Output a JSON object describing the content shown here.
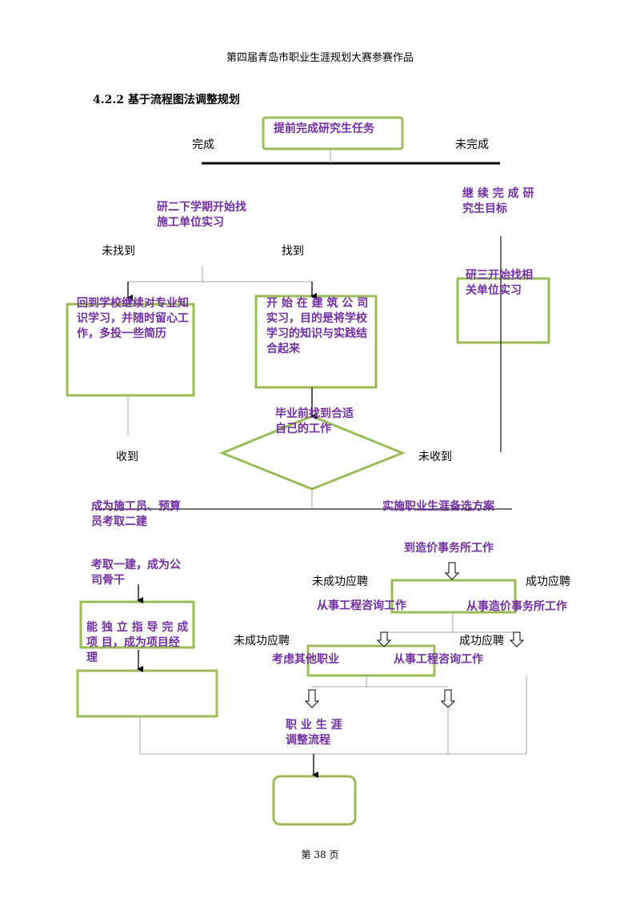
{
  "header": "第四届青岛市职业生涯规划大赛参赛作品",
  "section_title": "4.2.2 基于流程图法调整规划",
  "nodes": {
    "n1": "提前完成研究生任务",
    "n2": "研二下学期开始找施工单位实习",
    "n3": "继 续 完 成 研 究生目标",
    "n4": "研三开始找相关单位实习",
    "n5": "回到学校继续对专业知识学习，并随时留心工作，多投一些简历",
    "n6": "开 始 在 建 筑 公 司 实习，目的是将学校学习的知识与实践结合起来",
    "n7": "毕业前找到合适自己的工作",
    "n8": "成为施工员、预算员考取二建",
    "n9": "实施职业生涯备选方案",
    "n10": "考取一建，成为公司骨干",
    "n11": "到造价事务所工作",
    "n12": "能 独 立 指 导 完 成 项 目，成为项目经理",
    "n13": "从事工程咨询工作",
    "n14": "从事造价事务所工作",
    "n15": "考虑其他职业",
    "n16": "从事工程咨询工作",
    "n17": "职 业 生 涯调整流程"
  },
  "edge_labels": {
    "e1": "完成",
    "e2": "未完成",
    "e3": "未找到",
    "e4": "找到",
    "e5": "收到",
    "e6": "未收到",
    "e7": "未成功应聘",
    "e8": "成功应聘",
    "e9": "未成功应聘",
    "e10": "成功应聘"
  },
  "footer": "第 38 页",
  "colors": {
    "box_border": "#9bbb59",
    "node_text": "#7030a0",
    "line": "#a6a6a6"
  }
}
